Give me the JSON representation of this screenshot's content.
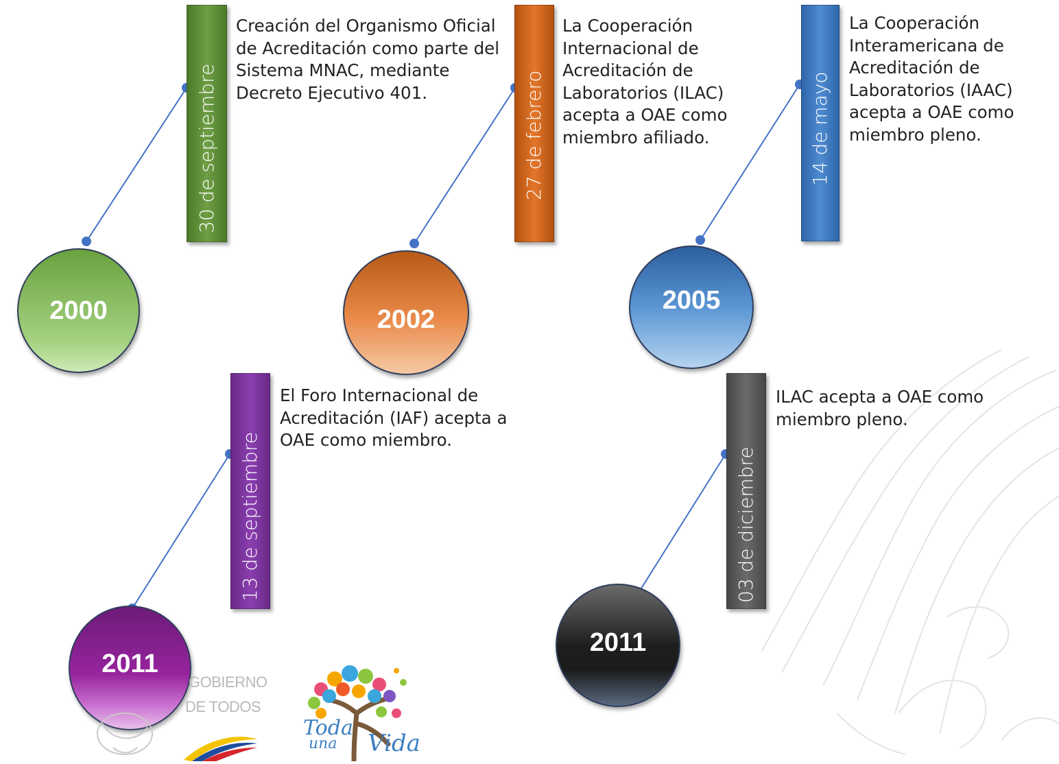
{
  "timeline": [
    {
      "year": "2000",
      "date": "30 de septiembre",
      "description": "Creación del Organismo Oficial de Acreditación como parte del Sistema MNAC, mediante Decreto Ejecutivo 401.",
      "color": "#5a8a36"
    },
    {
      "year": "2002",
      "date": "27 de febrero",
      "description": "La Cooperación Internacional de Acreditación de Laboratorios (ILAC) acepta a OAE como miembro afiliado.",
      "color": "#c9631c"
    },
    {
      "year": "2005",
      "date": "14 de mayo",
      "description": "La Cooperación Interamericana de Acreditación de Laboratorios (IAAC) acepta a OAE como miembro pleno.",
      "color": "#3a73b8"
    },
    {
      "year": "2011",
      "date": "13 de septiembre",
      "description": "El Foro Internacional de Acreditación (IAF) acepta a OAE como miembro.",
      "color": "#7e2d9c"
    },
    {
      "year": "2011",
      "date": "03 de diciembre",
      "description": "ILAC acepta a OAE como miembro pleno.",
      "color": "#595959"
    }
  ],
  "logos": {
    "gobierno_line1": "GOBIERNO",
    "gobierno_line2": "DE TODOS",
    "tree_word1": "Toda",
    "tree_word2": "una",
    "tree_word3": "Vida"
  },
  "connector_color": "#4472c4"
}
